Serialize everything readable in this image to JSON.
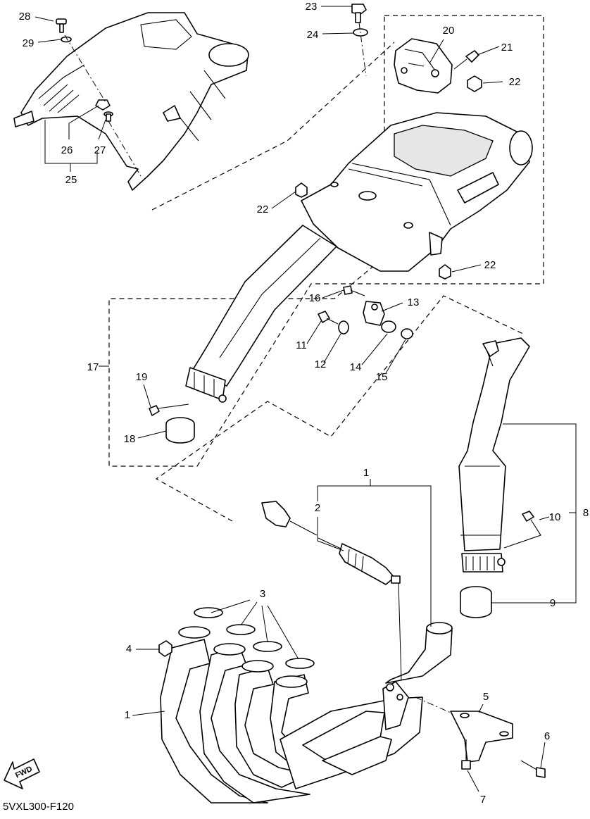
{
  "diagram": {
    "code": "5VXL300-F120",
    "fwd_label": "FWD",
    "callouts": [
      "1",
      "1",
      "2",
      "3",
      "4",
      "5",
      "6",
      "7",
      "8",
      "9",
      "10",
      "11",
      "12",
      "13",
      "14",
      "15",
      "16",
      "17",
      "18",
      "19",
      "20",
      "21",
      "22",
      "22",
      "22",
      "23",
      "24",
      "25",
      "26",
      "27",
      "28",
      "29"
    ]
  }
}
